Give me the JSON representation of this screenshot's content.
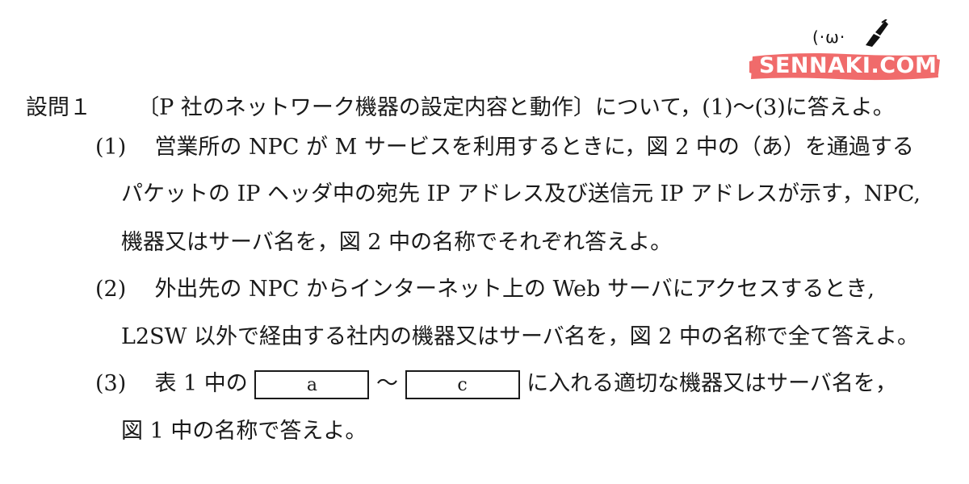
{
  "logo": {
    "face": "(·ω·",
    "brand": "SENNAKI.COM",
    "brush_color": "#f06b6b"
  },
  "question": {
    "label": "設問１",
    "intro": "〔P 社のネットワーク機器の設定内容と動作〕について，(1)〜(3)に答えよ。",
    "items": [
      {
        "number": "(1)",
        "lines": [
          "営業所の NPC が M サービスを利用するときに，図 2 中の（あ）を通過する",
          "パケットの IP ヘッダ中の宛先 IP アドレス及び送信元 IP アドレスが示す，NPC,",
          "機器又はサーバ名を，図 2 中の名称でそれぞれ答えよ。"
        ]
      },
      {
        "number": "(2)",
        "lines": [
          "外出先の NPC からインターネット上の Web サーバにアクセスするとき,",
          "L2SW 以外で経由する社内の機器又はサーバ名を，図 2 中の名称で全て答えよ。"
        ]
      },
      {
        "number": "(3)",
        "prefix": "表 1 中の",
        "blank_a": "a",
        "tilde": "〜",
        "blank_c": "c",
        "suffix": "に入れる適切な機器又はサーバ名を，",
        "line2": "図 1 中の名称で答えよ。"
      }
    ]
  }
}
